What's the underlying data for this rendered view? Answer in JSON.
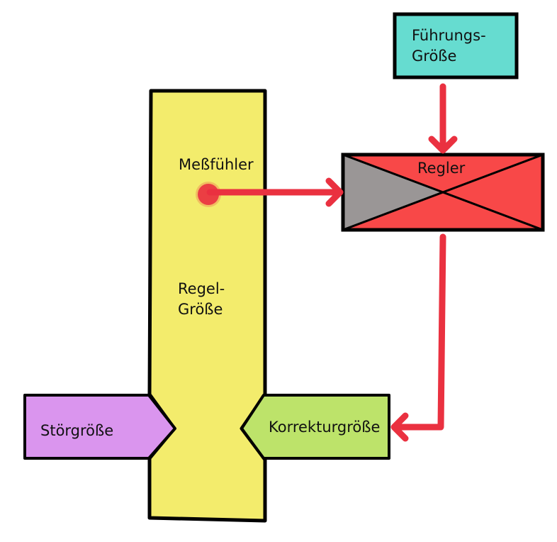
{
  "labels": {
    "setpoint_line1": "Führungs-",
    "setpoint_line2": "Größe",
    "controller": "Regler",
    "sensor": "Meßfühler",
    "controlled_line1": "Regel-",
    "controlled_line2": "Größe",
    "disturbance": "Störgröße",
    "correction": "Korrekturgröße"
  },
  "colors": {
    "setpoint_box": "#66dcd0",
    "controller_box": "#f84848",
    "controller_left_triangle": "#9a9696",
    "column": "#f3ec6c",
    "disturbance_box": "#da95ee",
    "correction_box": "#bde36a",
    "arrow": "#ea3140",
    "stroke": "#000000"
  }
}
